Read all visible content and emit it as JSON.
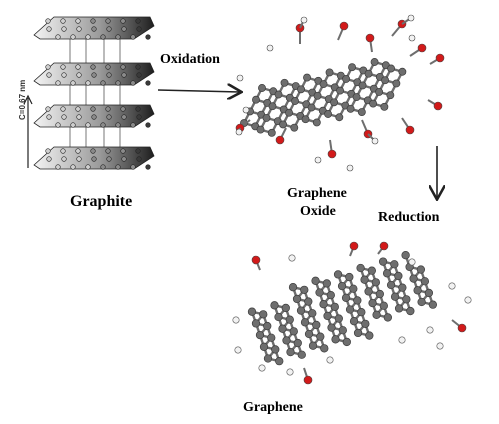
{
  "labels": {
    "graphite": "Graphite",
    "oxidation": "Oxidation",
    "graphene_oxide_line1": "Graphene",
    "graphene_oxide_line2": "Oxide",
    "reduction": "Reduction",
    "graphene": "Graphene",
    "interlayer_spacing": "C=0.67 nm"
  },
  "colors": {
    "carbon": "#6e6e6e",
    "carbon_dark": "#3c3c3c",
    "oxygen": "#d21a1a",
    "hydrogen": "#f2f2f2",
    "arrow": "#222222"
  }
}
